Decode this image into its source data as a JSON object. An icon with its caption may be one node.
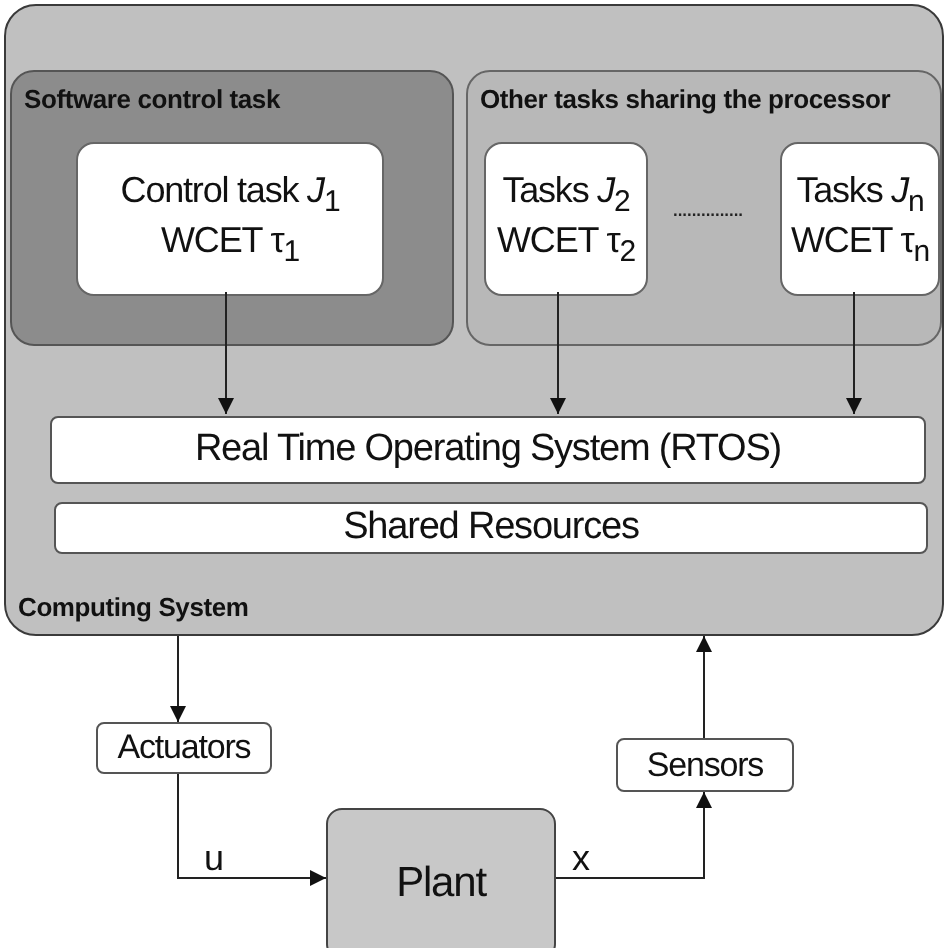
{
  "diagram": {
    "nodes": [
      {
        "text": [
          "Computing System"
        ]
      },
      {
        "text": [
          "Software control task"
        ],
        "in": 0
      },
      {
        "text": [
          "Control task *J*$_{1}$",
          "WCET τ$_{1}$"
        ],
        "in": 1
      },
      {
        "text": [
          "Other tasks sharing the processor"
        ],
        "in": 0
      },
      {
        "text": [
          "Tasks *J*$_{2}$",
          "WCET τ$_{2}$"
        ],
        "in": 3
      },
      {
        "text": [
          "Tasks *J*$_{n}$",
          "WCET τ$_{n}$"
        ],
        "in": 3
      },
      {
        "text": [
          "Real Time Operating System (RTOS)"
        ],
        "in": 0
      },
      {
        "text": [
          "Shared Resources"
        ],
        "in": 0
      },
      {
        "text": [
          "Actuators"
        ]
      },
      {
        "text": [
          "Plant"
        ]
      },
      {
        "text": [
          "Sensors"
        ]
      }
    ],
    "edges": [
      {
        "from": 2,
        "to": 6,
        "arrow": "to"
      },
      {
        "from": 4,
        "to": 6,
        "arrow": "to"
      },
      {
        "from": 5,
        "to": 6,
        "arrow": "to"
      },
      {
        "from": 0,
        "to": 8,
        "arrow": "to"
      },
      {
        "from": 8,
        "to": 9,
        "arrow": "to",
        "label": "u"
      },
      {
        "from": 9,
        "to": 10,
        "arrow": "to",
        "label": "x"
      },
      {
        "from": 10,
        "to": 0,
        "arrow": "to"
      }
    ],
    "labels": [
      "..............."
    ]
  }
}
